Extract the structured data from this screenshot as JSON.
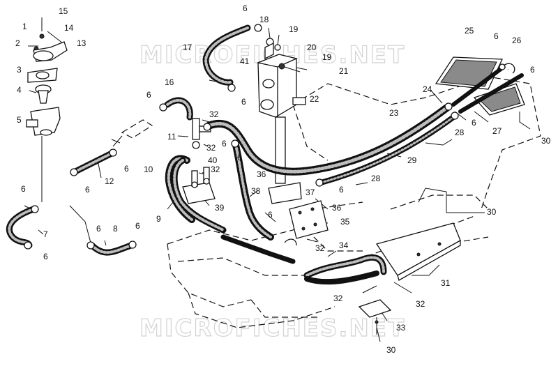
{
  "watermark": {
    "top": "MICROFICHES.NET",
    "bottom": "MICROFICHES.NET"
  },
  "callouts": [
    {
      "id": "c15",
      "text": "15"
    },
    {
      "id": "c1",
      "text": "1"
    },
    {
      "id": "c14",
      "text": "14"
    },
    {
      "id": "c2",
      "text": "2"
    },
    {
      "id": "c13",
      "text": "13"
    },
    {
      "id": "c3",
      "text": "3"
    },
    {
      "id": "c4",
      "text": "4"
    },
    {
      "id": "c5",
      "text": "5"
    },
    {
      "id": "c6a",
      "text": "6"
    },
    {
      "id": "c7",
      "text": "7"
    },
    {
      "id": "c6b",
      "text": "6"
    },
    {
      "id": "c6c",
      "text": "6"
    },
    {
      "id": "c12",
      "text": "12"
    },
    {
      "id": "c6d",
      "text": "6"
    },
    {
      "id": "c6e",
      "text": "6"
    },
    {
      "id": "c8",
      "text": "8"
    },
    {
      "id": "c6f",
      "text": "6"
    },
    {
      "id": "c16",
      "text": "16"
    },
    {
      "id": "c6g",
      "text": "6"
    },
    {
      "id": "c17",
      "text": "17"
    },
    {
      "id": "c6h",
      "text": "6"
    },
    {
      "id": "c18",
      "text": "18"
    },
    {
      "id": "c19a",
      "text": "19"
    },
    {
      "id": "c41",
      "text": "41"
    },
    {
      "id": "c20",
      "text": "20"
    },
    {
      "id": "c19b",
      "text": "19"
    },
    {
      "id": "c21",
      "text": "21"
    },
    {
      "id": "c6i",
      "text": "6"
    },
    {
      "id": "c22",
      "text": "22"
    },
    {
      "id": "c32a",
      "text": "32"
    },
    {
      "id": "c11",
      "text": "11"
    },
    {
      "id": "c32b",
      "text": "32"
    },
    {
      "id": "c6j",
      "text": "6"
    },
    {
      "id": "c6k",
      "text": "6"
    },
    {
      "id": "c10",
      "text": "10"
    },
    {
      "id": "c40",
      "text": "40"
    },
    {
      "id": "c32c",
      "text": "32"
    },
    {
      "id": "c9",
      "text": "9"
    },
    {
      "id": "c39",
      "text": "39"
    },
    {
      "id": "c38",
      "text": "38"
    },
    {
      "id": "c36a",
      "text": "36"
    },
    {
      "id": "c37",
      "text": "37"
    },
    {
      "id": "c36b",
      "text": "36"
    },
    {
      "id": "c6l",
      "text": "6"
    },
    {
      "id": "c35",
      "text": "35"
    },
    {
      "id": "c32d",
      "text": "32"
    },
    {
      "id": "c34",
      "text": "34"
    },
    {
      "id": "c25",
      "text": "25"
    },
    {
      "id": "c6m",
      "text": "6"
    },
    {
      "id": "c26",
      "text": "26"
    },
    {
      "id": "c6n",
      "text": "6"
    },
    {
      "id": "c24",
      "text": "24"
    },
    {
      "id": "c6o",
      "text": "6"
    },
    {
      "id": "c27",
      "text": "27"
    },
    {
      "id": "c23",
      "text": "23"
    },
    {
      "id": "c28a",
      "text": "28"
    },
    {
      "id": "c30a",
      "text": "30"
    },
    {
      "id": "c29",
      "text": "29"
    },
    {
      "id": "c28b",
      "text": "28"
    },
    {
      "id": "c6p",
      "text": "6"
    },
    {
      "id": "c30b",
      "text": "30"
    },
    {
      "id": "c31",
      "text": "31"
    },
    {
      "id": "c32e",
      "text": "32"
    },
    {
      "id": "c32f",
      "text": "32"
    },
    {
      "id": "c33",
      "text": "33"
    },
    {
      "id": "c30c",
      "text": "30"
    }
  ]
}
